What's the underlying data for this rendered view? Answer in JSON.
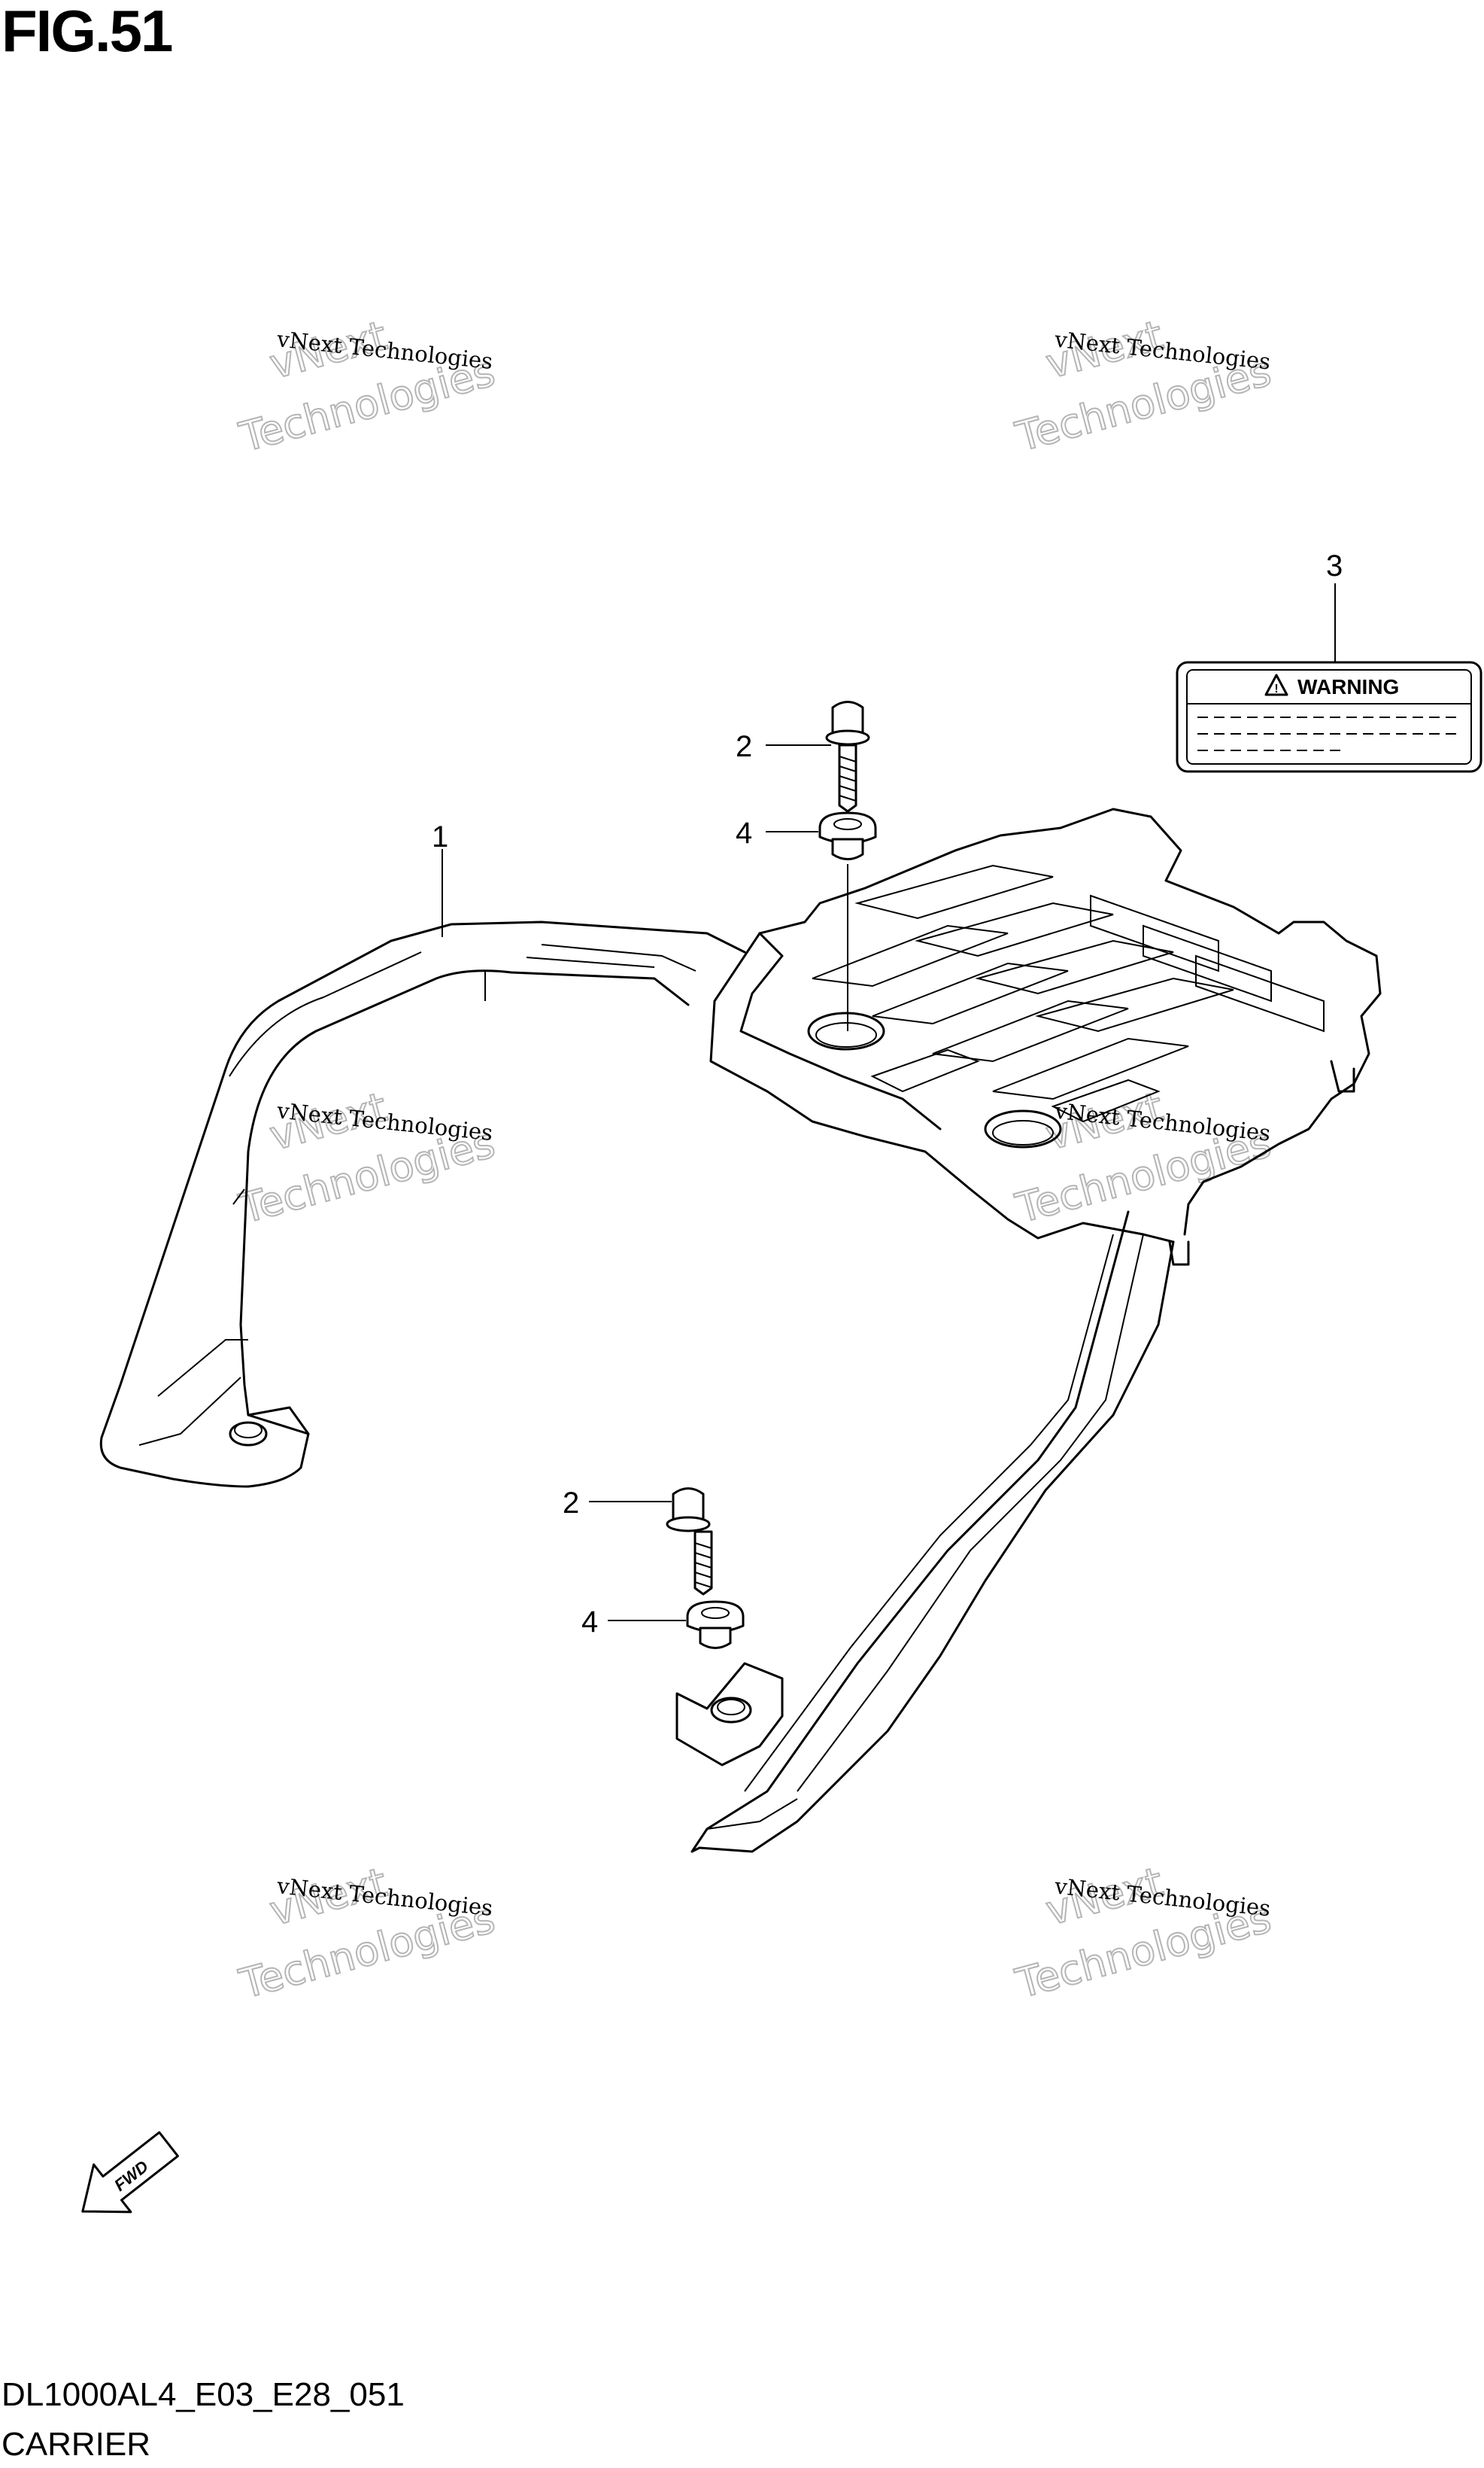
{
  "figure": {
    "title": "FIG.51",
    "code": "DL1000AL4_E03_E28_051",
    "name": "CARRIER"
  },
  "callouts": [
    {
      "id": "callout-1",
      "label": "1"
    },
    {
      "id": "callout-2-top",
      "label": "2"
    },
    {
      "id": "callout-2-bottom",
      "label": "2"
    },
    {
      "id": "callout-3",
      "label": "3"
    },
    {
      "id": "callout-4-top",
      "label": "4"
    },
    {
      "id": "callout-4-bottom",
      "label": "4"
    }
  ],
  "warning_label": {
    "text": "WARNING",
    "icon": "warning-triangle-icon"
  },
  "fwd_arrow": {
    "text": "FWD",
    "icon": "forward-arrow-icon"
  },
  "watermark": {
    "line1": "vNext Technologies",
    "line2": "vNext",
    "line3": "Technologies"
  }
}
